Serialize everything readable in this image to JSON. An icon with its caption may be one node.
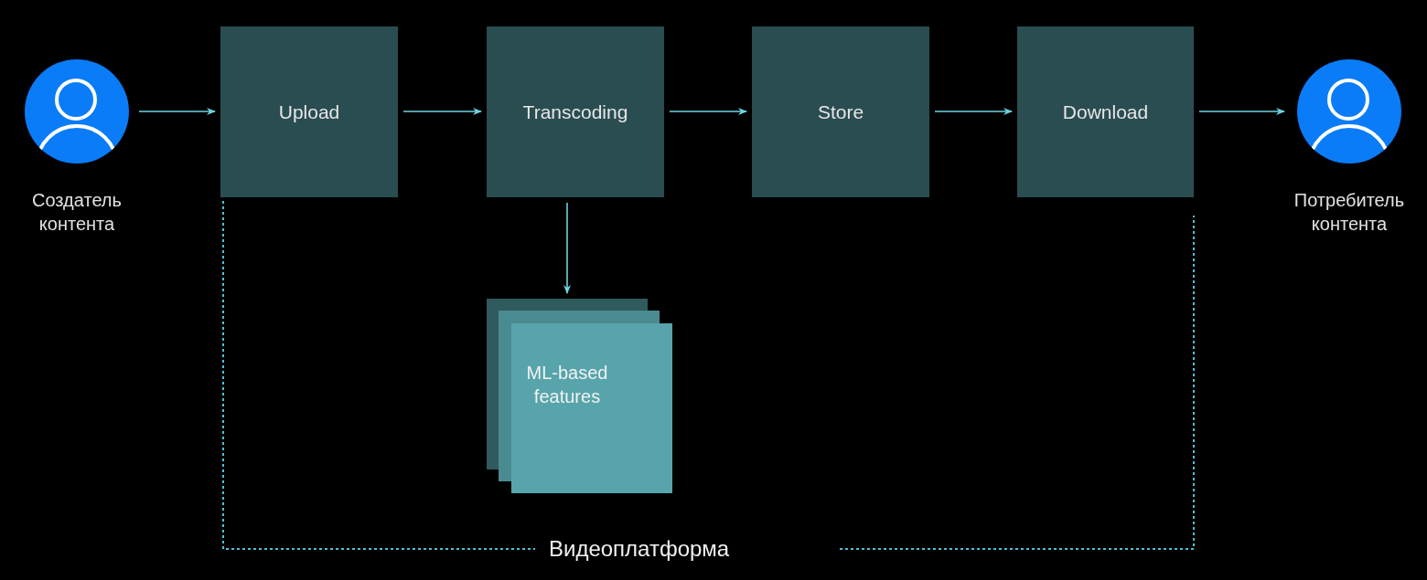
{
  "diagram": {
    "nodes": [
      {
        "text": [
          "Создатель контента"
        ]
      },
      {
        "text": [
          "Upload"
        ]
      },
      {
        "text": [
          "Transcoding"
        ]
      },
      {
        "text": [
          "Store"
        ]
      },
      {
        "text": [
          "Download"
        ]
      },
      {
        "text": [
          "Потребитель контента"
        ]
      },
      {
        "text": [
          "ML-based features"
        ]
      }
    ],
    "edges": [
      {
        "from": 0,
        "to": 1,
        "arrow": "to"
      },
      {
        "from": 1,
        "to": 2,
        "arrow": "to"
      },
      {
        "from": 2,
        "to": 3,
        "arrow": "to"
      },
      {
        "from": 3,
        "to": 4,
        "arrow": "to"
      },
      {
        "from": 4,
        "to": 5,
        "arrow": "to"
      },
      {
        "from": 2,
        "to": 6,
        "arrow": "to"
      }
    ],
    "labels": [
      "Видеоплатформа"
    ]
  }
}
